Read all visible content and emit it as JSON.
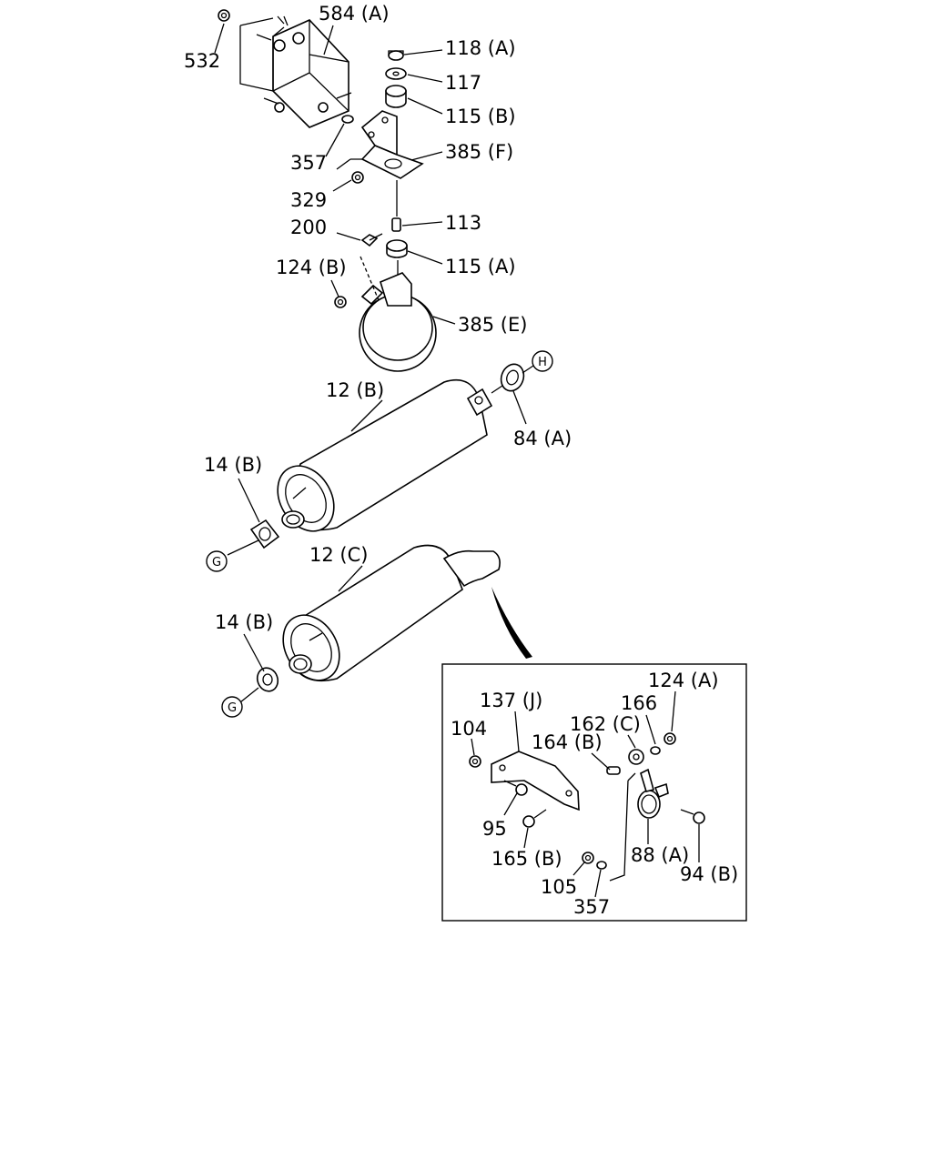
{
  "labels": {
    "l532": "532",
    "l584a": "584 (A)",
    "l118a": "118 (A)",
    "l117": "117",
    "l115b": "115 (B)",
    "l357top": "357",
    "l385f": "385 (F)",
    "l329": "329",
    "l200": "200",
    "l113": "113",
    "l115a": "115 (A)",
    "l124b": "124 (B)",
    "l385e": "385 (E)",
    "l12b": "12 (B)",
    "l84a": "84 (A)",
    "l14b1": "14 (B)",
    "l12c": "12 (C)",
    "l14b2": "14 (B)",
    "l124a": "124 (A)",
    "l166": "166",
    "l162c": "162 (C)",
    "l137j": "137 (J)",
    "l104": "104",
    "l164b": "164 (B)",
    "l95": "95",
    "l165b": "165 (B)",
    "l88a": "88 (A)",
    "l94b": "94 (B)",
    "l105": "105",
    "l357bot": "357"
  },
  "markers": {
    "h": "H",
    "g1": "G",
    "g2": "G"
  }
}
